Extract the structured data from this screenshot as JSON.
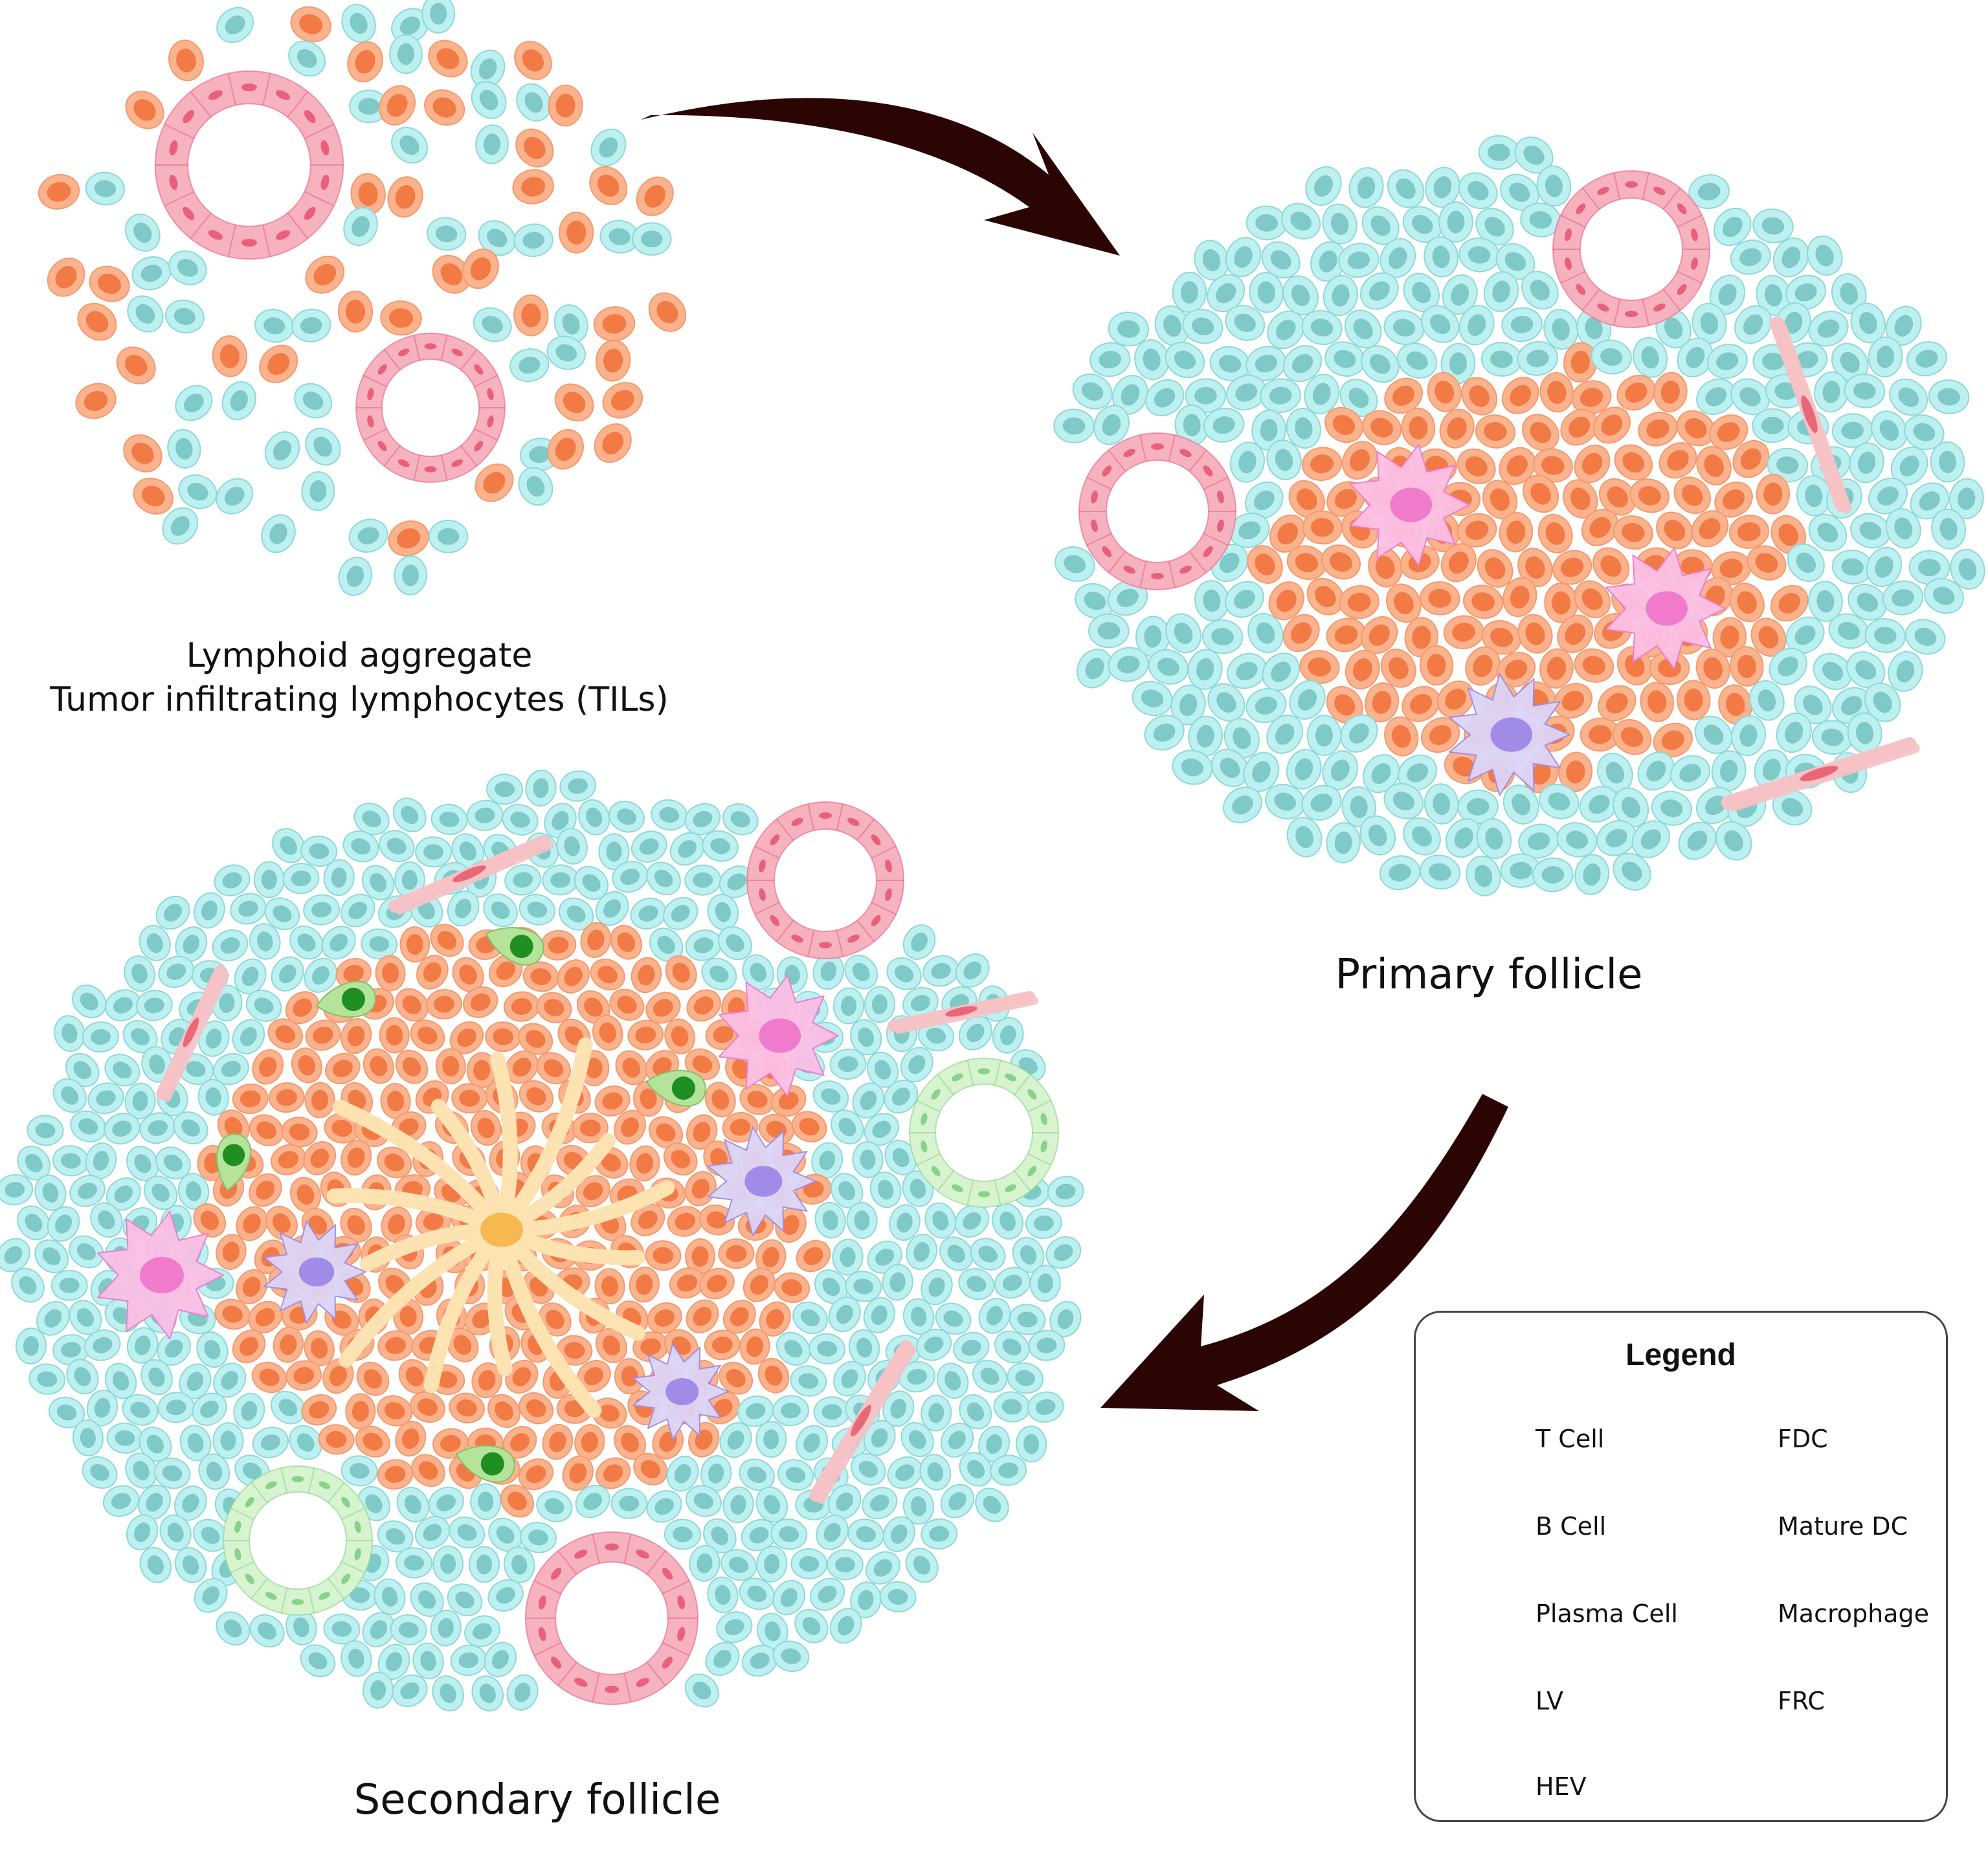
{
  "captions": {
    "aggregate_line1": "Lymphoid aggregate",
    "aggregate_line2": "Tumor infiltrating lymphocytes (TILs)",
    "primary": "Primary follicle",
    "secondary": "Secondary follicle"
  },
  "legend": {
    "title": "Legend",
    "items": [
      {
        "label": "T Cell",
        "icon": "t-cell-icon"
      },
      {
        "label": "FDC",
        "icon": "fdc-icon"
      },
      {
        "label": "B Cell",
        "icon": "b-cell-icon"
      },
      {
        "label": "Mature DC",
        "icon": "mature-dc-icon"
      },
      {
        "label": "Plasma Cell",
        "icon": "plasma-cell-icon"
      },
      {
        "label": "Macrophage",
        "icon": "macrophage-icon"
      },
      {
        "label": "LV",
        "icon": "lv-icon"
      },
      {
        "label": "FRC",
        "icon": "frc-icon"
      },
      {
        "label": "HEV",
        "icon": "hev-icon"
      }
    ]
  },
  "colors": {
    "t_cell_fill": "#bdf1f1",
    "t_cell_nucleus": "#7fc9c6",
    "b_cell_fill": "#fbb38e",
    "b_cell_nucleus": "#f27a45",
    "plasma_fill": "#b6e39a",
    "plasma_nucleus": "#1f8f21",
    "hev_fill": "#f7b2c0",
    "hev_nucleus": "#e8607e",
    "lv_fill": "#d8f3cf",
    "lv_nucleus": "#86d38a",
    "dc_fill": "#fbbfe5",
    "dc_nucleus": "#f07acb",
    "macrophage_fill": "#dcd4f6",
    "macrophage_nucleus": "#a08be6",
    "fdc_fill": "#fde2b2",
    "fdc_nucleus": "#f7b850",
    "frc_fill": "#f7c2c6",
    "frc_nucleus": "#e86878",
    "arrow": "#2b0404",
    "legend_border": "#444444"
  }
}
